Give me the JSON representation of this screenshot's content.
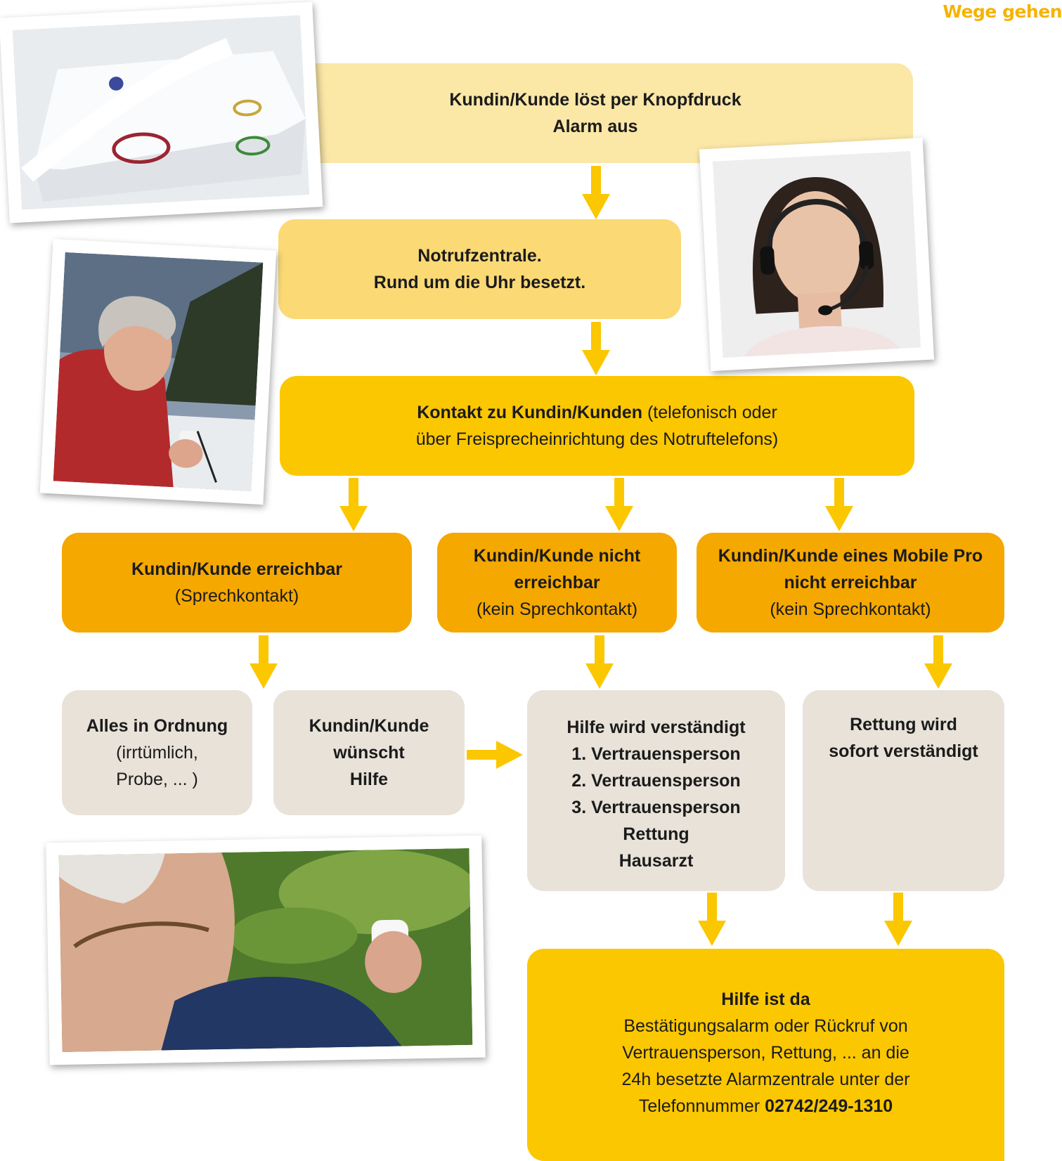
{
  "header": {
    "corner_text": "Wege gehen"
  },
  "flow": {
    "alarm": {
      "line1": "Kundin/Kunde löst per Knopfdruck",
      "line2": "Alarm aus"
    },
    "center": {
      "line1": "Notrufzentrale.",
      "line2": "Rund um die Uhr besetzt."
    },
    "contact": {
      "bold": "Kontakt zu Kundin/Kunden",
      "rest1": " (telefonisch oder",
      "line2": "über Freisprecheinrichtung des Notruftelefons)"
    },
    "reachable": {
      "title": "Kundin/Kunde erreichbar",
      "sub": "(Sprechkontakt)"
    },
    "not_reachable": {
      "title1": "Kundin/Kunde nicht",
      "title2": "erreichbar",
      "sub": "(kein Sprechkontakt)"
    },
    "mobile_pro": {
      "title1": "Kundin/Kunde eines Mobile Pro",
      "title2": "nicht erreichbar",
      "sub": "(kein Sprechkontakt)"
    },
    "all_ok": {
      "title": "Alles in Ordnung",
      "sub1": "(irrtümlich,",
      "sub2": "Probe, ... )"
    },
    "wants_help": {
      "line1": "Kundin/Kunde",
      "line2": "wünscht",
      "line3": "Hilfe"
    },
    "help_notified": {
      "title": "Hilfe wird verständigt",
      "items": [
        "1. Vertrauensperson",
        "2. Vertrauensperson",
        "3. Vertrauensperson",
        "Rettung",
        "Hausarzt"
      ]
    },
    "rescue": {
      "line1": "Rettung wird",
      "line2": "sofort verständigt"
    },
    "help_here": {
      "title": "Hilfe ist da",
      "line1": "Bestätigungsalarm oder Rückruf von",
      "line2": "Vertrauensperson, Rettung, ... an die",
      "line3": "24h besetzte Alarmzentrale unter der",
      "line4_prefix": "Telefonnummer ",
      "phone": "02742/249-1310"
    }
  },
  "photos": [
    {
      "icon": "alarm-device-photo"
    },
    {
      "icon": "operator-headset-photo"
    },
    {
      "icon": "senior-woman-pendant-photo"
    },
    {
      "icon": "senior-man-pendant-photo"
    }
  ],
  "colors": {
    "light": "#fbe7a6",
    "mid": "#fbd975",
    "gold": "#fbc700",
    "orange": "#f5a800",
    "grey": "#e8e2d9",
    "arrow": "#fbc700"
  }
}
